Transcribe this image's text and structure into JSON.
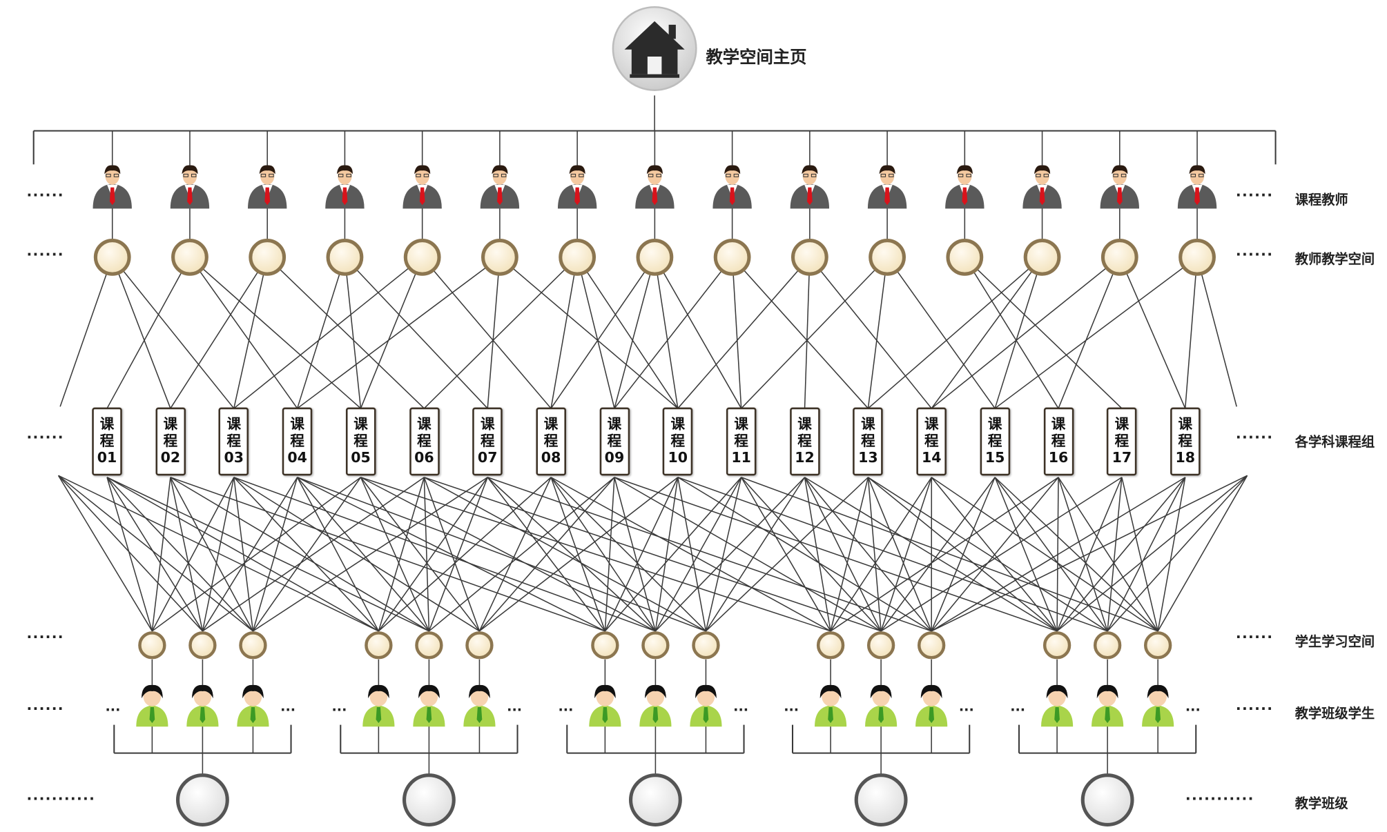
{
  "diagram": {
    "root": {
      "label": "教学空间主页",
      "icon": "home-icon"
    },
    "rows": [
      {
        "key": "teacher",
        "label": "课程教师",
        "dots": "······"
      },
      {
        "key": "teacher_space",
        "label": "教师教学空间",
        "dots": "······"
      },
      {
        "key": "course_group",
        "label": "各学科课程组",
        "dots": "······"
      },
      {
        "key": "student_space",
        "label": "学生学习空间",
        "dots": "······"
      },
      {
        "key": "student",
        "label": "教学班级学生",
        "dots": "······"
      },
      {
        "key": "class",
        "label": "教学班级",
        "dots": "···········"
      }
    ],
    "course_char": "课程",
    "courses": [
      "01",
      "02",
      "03",
      "04",
      "05",
      "06",
      "07",
      "08",
      "09",
      "10",
      "11",
      "12",
      "13",
      "14",
      "15",
      "16",
      "17",
      "18"
    ],
    "teacher_count": 15,
    "class_count": 5,
    "students_per_class": 3,
    "group_ellipsis": "···",
    "colors": {
      "line": "#3a3a3a",
      "node_ring": "#8c7650",
      "node_fill": "#f3e3bd",
      "class_ring": "#555555",
      "class_fill": "#dcdcdc",
      "suit": "#5a5a5a",
      "tie": "#d8131b",
      "student_shirt": "#a9d44a",
      "student_tie": "#3c9a25"
    }
  }
}
